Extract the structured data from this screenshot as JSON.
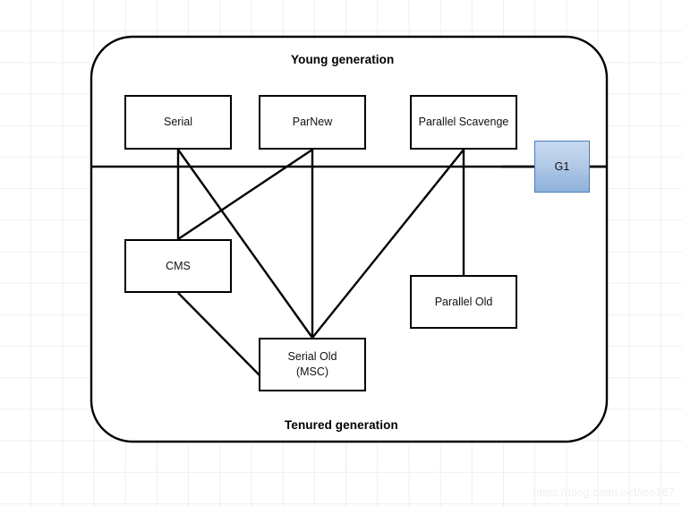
{
  "diagram": {
    "title_young": "Young generation",
    "title_tenured": "Tenured generation",
    "watermark": "https://blog.csdn.net/leo187",
    "colors": {
      "stroke": "#000000",
      "grid": "#eceff1",
      "g1_border": "#4a7ebb",
      "g1_fill_top": "#c7d9ef",
      "g1_fill_bottom": "#8fb2da",
      "watermark": "#f0f0f0"
    },
    "nodes": [
      {
        "id": "serial",
        "label": "Serial",
        "region": "young"
      },
      {
        "id": "parnew",
        "label": "ParNew",
        "region": "young"
      },
      {
        "id": "parallel-scavenge",
        "label": "Parallel Scavenge",
        "region": "young"
      },
      {
        "id": "g1",
        "label": "G1",
        "region": "both"
      },
      {
        "id": "cms",
        "label": "CMS",
        "region": "tenured"
      },
      {
        "id": "parallel-old",
        "label": "Parallel Old",
        "region": "tenured"
      },
      {
        "id": "serial-old",
        "label": "Serial Old\n(MSC)",
        "label_line1": "Serial Old",
        "label_line2": "(MSC)",
        "region": "tenured"
      }
    ],
    "edges": [
      {
        "from": "serial",
        "to": "cms"
      },
      {
        "from": "serial",
        "to": "serial-old"
      },
      {
        "from": "parnew",
        "to": "cms"
      },
      {
        "from": "parnew",
        "to": "serial-old"
      },
      {
        "from": "parallel-scavenge",
        "to": "serial-old"
      },
      {
        "from": "parallel-scavenge",
        "to": "parallel-old"
      },
      {
        "from": "cms",
        "to": "serial-old"
      }
    ]
  }
}
